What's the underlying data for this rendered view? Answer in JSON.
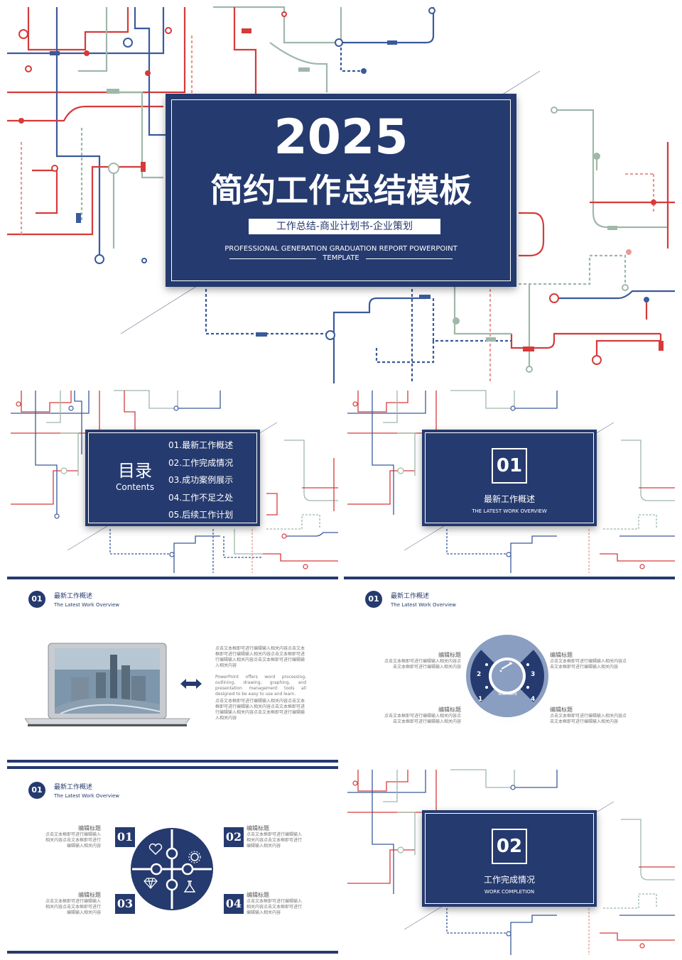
{
  "colors": {
    "navy": "#253a6e",
    "red": "#d63a3a",
    "blue": "#3a5a9a",
    "green": "#9fb8aa",
    "pink": "#e89a9a",
    "white": "#ffffff"
  },
  "cover": {
    "year": "2025",
    "title": "简约工作总结模板",
    "subtitle": "工作总结-商业计划书-企业策划",
    "en_line1": "PROFESSIONAL GENERATION GRADUATION REPORT  POWERPOINT",
    "en_line2": "TEMPLATE"
  },
  "toc": {
    "title": "目录",
    "subtitle": "Contents",
    "items": [
      "01.最新工作概述",
      "02.工作完成情况",
      "03.成功案例展示",
      "04.工作不足之处",
      "05.后续工作计划"
    ]
  },
  "section1": {
    "number": "01",
    "title": "最新工作概述",
    "subtitle": "THE LATEST WORK OVERVIEW"
  },
  "section2": {
    "number": "02",
    "title": "工作完成情况",
    "subtitle": "WORK COMPLETION"
  },
  "header": {
    "badge": "01",
    "title": "最新工作概述",
    "subtitle": "The Latest Work Overview"
  },
  "slide_laptop": {
    "para1": "点击文本框即可进行编辑输入相关内容点击文本框即可进行编辑输入相关内容点击文本框即可进行编辑输入相关内容点击文本框即可进行编辑输入相关内容",
    "para2": "PowerPoint offers word processing, outlining, drawing, graphing, and presentation management tools all designed to be easy to use and learn.",
    "para3": "点击文本框即可进行编辑输入相关内容点击文本框即可进行编辑输入相关内容点击文本框即可进行编辑输入相关内容点击文本框即可进行编辑输入相关内容"
  },
  "slide_circle": {
    "center_text": "Text here",
    "numbers": [
      "1",
      "2",
      "3",
      "4"
    ],
    "blocks": [
      {
        "title": "编辑标题",
        "text": "点击文本框即可进行编辑输入相关内容点击文本框即可进行编辑输入相关内容"
      },
      {
        "title": "编辑标题",
        "text": "点击文本框即可进行编辑输入相关内容点击文本框即可进行编辑输入相关内容"
      },
      {
        "title": "编辑标题",
        "text": "点击文本框即可进行编辑输入相关内容点击文本框即可进行编辑输入相关内容"
      },
      {
        "title": "编辑标题",
        "text": "点击文本框即可进行编辑输入相关内容点击文本框即可进行编辑输入相关内容"
      }
    ]
  },
  "slide_puzzle": {
    "items": [
      {
        "num": "01",
        "title": "编辑标题",
        "text": "点击文本框即可进行编辑输入相关内容点击文本框即可进行编辑输入相关内容"
      },
      {
        "num": "02",
        "title": "编辑标题",
        "text": "点击文本框即可进行编辑输入相关内容点击文本框即可进行编辑输入相关内容"
      },
      {
        "num": "03",
        "title": "编辑标题",
        "text": "点击文本框即可进行编辑输入相关内容点击文本框即可进行编辑输入相关内容"
      },
      {
        "num": "04",
        "title": "编辑标题",
        "text": "点击文本框即可进行编辑输入相关内容点击文本框即可进行编辑输入相关内容"
      }
    ]
  }
}
